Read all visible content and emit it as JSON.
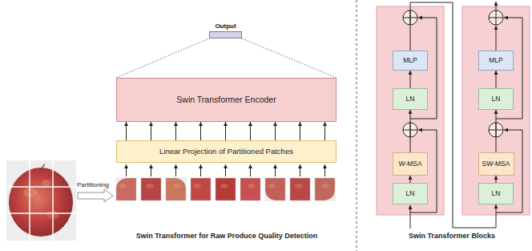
{
  "diagram": {
    "nodes": [
      {
        "text": [
          "Output"
        ]
      },
      {
        "text": [
          "Swin Transformer Encoder"
        ]
      },
      {
        "text": [
          "Linear Projection of Partitioned Patches"
        ]
      },
      {
        "text": [
          "MLP"
        ]
      },
      {
        "text": [
          "LN"
        ]
      },
      {
        "text": [
          "W-MSA"
        ]
      },
      {
        "text": [
          "LN"
        ]
      },
      {
        "text": [
          "MLP"
        ]
      },
      {
        "text": [
          "LN"
        ]
      },
      {
        "text": [
          "SW-MSA"
        ]
      },
      {
        "text": [
          "LN"
        ]
      }
    ],
    "edges": [
      {
        "from": 2,
        "to": 1,
        "arrow": "to"
      },
      {
        "from": 2,
        "to": 1,
        "arrow": "to"
      },
      {
        "from": 2,
        "to": 1,
        "arrow": "to"
      },
      {
        "from": 2,
        "to": 1,
        "arrow": "to"
      },
      {
        "from": 2,
        "to": 1,
        "arrow": "to"
      },
      {
        "from": 2,
        "to": 1,
        "arrow": "to"
      },
      {
        "from": 2,
        "to": 1,
        "arrow": "to"
      },
      {
        "from": 2,
        "to": 1,
        "arrow": "to"
      },
      {
        "from": 2,
        "to": 1,
        "arrow": "to"
      },
      {
        "from": 1,
        "to": 0,
        "arrow": "none"
      },
      {
        "from": 1,
        "to": 0,
        "arrow": "none"
      },
      {
        "from": 6,
        "to": 5,
        "arrow": "to"
      },
      {
        "from": 5,
        "to": 4,
        "arrow": "to"
      },
      {
        "from": 4,
        "to": 3,
        "arrow": "to"
      },
      {
        "from": 3,
        "to": 10,
        "arrow": "to"
      },
      {
        "from": 10,
        "to": 9,
        "arrow": "to"
      },
      {
        "from": 9,
        "to": 8,
        "arrow": "to"
      },
      {
        "from": 8,
        "to": 7,
        "arrow": "to"
      }
    ],
    "labels": [
      "Partitioning",
      "Swin Transformer for Raw Produce Quality Detection",
      "Swin Transformer Blocks"
    ]
  }
}
